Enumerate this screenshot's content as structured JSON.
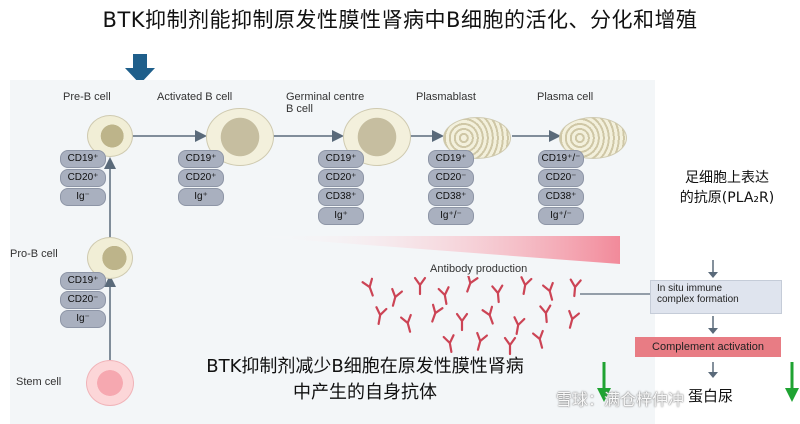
{
  "title": "BTK抑制剂能抑制原发性膜性肾病中B细胞的活化、分化和增殖",
  "stages": [
    {
      "label": "Pre-B cell",
      "markers": [
        "CD19⁺",
        "CD20⁺",
        "Ig⁻"
      ]
    },
    {
      "label": "Activated B cell",
      "markers": [
        "CD19⁺",
        "CD20⁺",
        "Ig⁺"
      ]
    },
    {
      "label": "Germinal centre\nB cell",
      "markers": [
        "CD19⁺",
        "CD20⁺",
        "CD38⁺",
        "Ig⁺"
      ]
    },
    {
      "label": "Plasmablast",
      "markers": [
        "CD19⁺",
        "CD20⁻",
        "CD38⁺",
        "Ig⁺/⁻"
      ]
    },
    {
      "label": "Plasma cell",
      "markers": [
        "CD19⁺/⁻",
        "CD20⁻",
        "CD38⁺",
        "Ig⁺/⁻"
      ]
    }
  ],
  "prob_cell": {
    "label": "Pro-B cell",
    "markers": [
      "CD19⁺",
      "CD20⁻",
      "Ig⁻"
    ]
  },
  "stem_cell": {
    "label": "Stem cell"
  },
  "antibody_label": "Antibody production",
  "podocyte_note": {
    "line1": "足细胞上表达",
    "line2": "的抗原(PLA₂R)"
  },
  "immune_box": {
    "line1": "In situ immune",
    "line2": "complex formation"
  },
  "complement_box": "Complement activation",
  "proteinuria": "蛋白尿",
  "bottom_text": {
    "line1": "BTK抑制剂减少B细胞在原发性膜性肾病",
    "line2": "中产生的自身抗体"
  },
  "watermark": "雪球：满仓梓仲冲",
  "colors": {
    "arrow_blue": "#1f5f8b",
    "down_green": "#1fa332",
    "antibody_red": "#cc4455",
    "complement": "#e87c84"
  }
}
